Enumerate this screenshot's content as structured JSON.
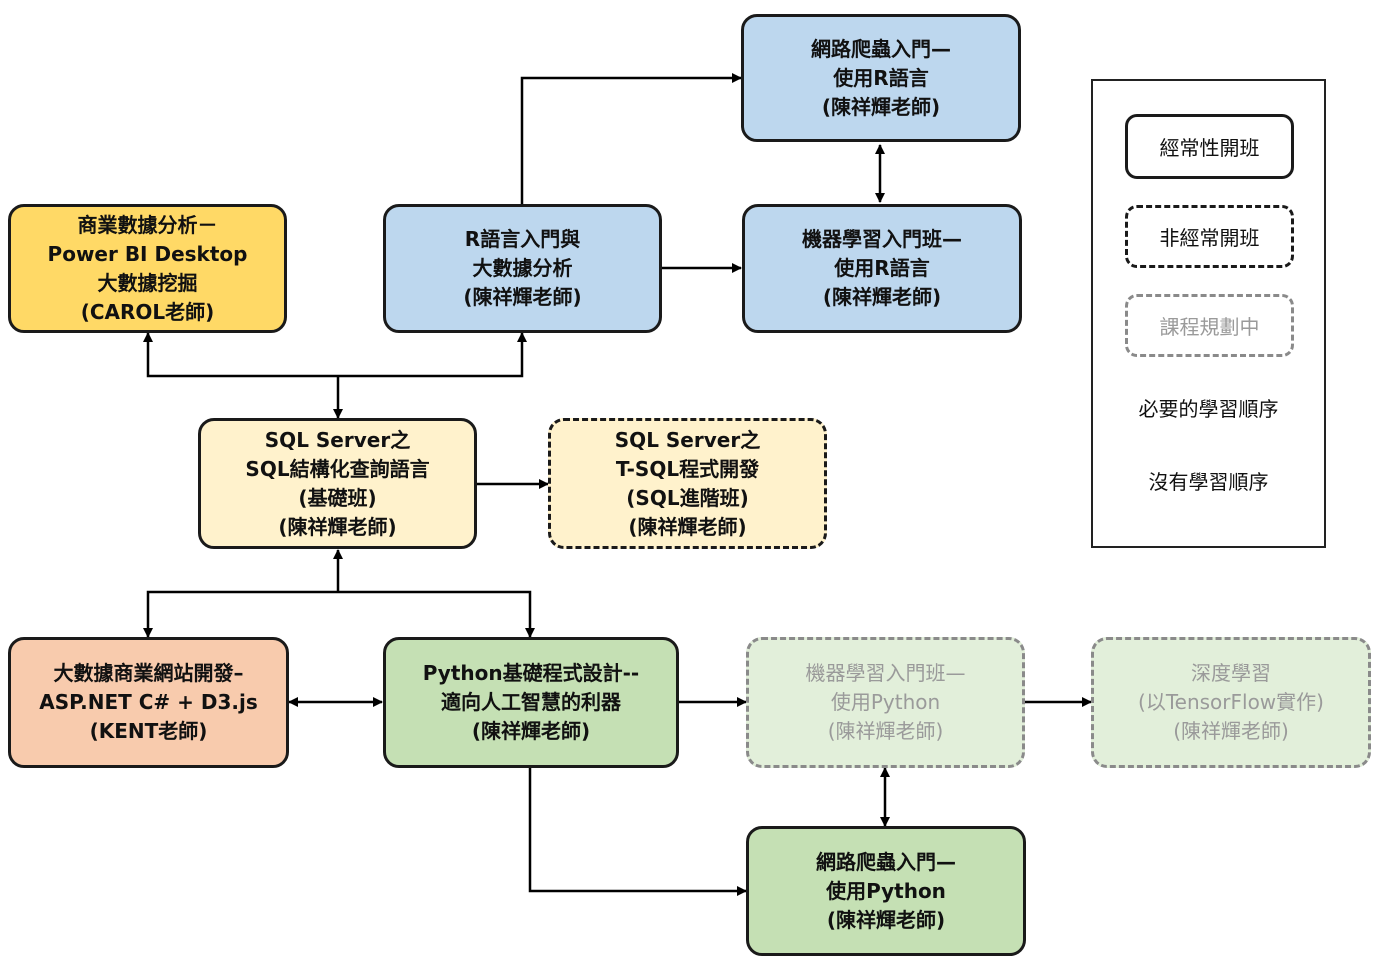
{
  "colors": {
    "blue": "#bdd7ee",
    "gold": "#ffd966",
    "cream": "#fff2cc",
    "salmon": "#f8cbad",
    "green": "#c5e0b4",
    "palegreen": "#e2efda",
    "line": "#000000"
  },
  "nodes": {
    "web_crawler_r": [
      "網路爬蟲入門—",
      "使用R語言",
      "(陳祥輝老師)"
    ],
    "powerbi": [
      "商業數據分析－",
      "Power BI Desktop",
      "大數據挖掘",
      "(CAROL老師)"
    ],
    "r_intro": [
      "R語言入門與",
      "大數據分析",
      "(陳祥輝老師)"
    ],
    "ml_r": [
      "機器學習入門班—",
      "使用R語言",
      "(陳祥輝老師)"
    ],
    "sql_basic": [
      "SQL Server之",
      "SQL結構化查詢語言",
      "(基礎班)",
      "(陳祥輝老師)"
    ],
    "tsql": [
      "SQL Server之",
      "T-SQL程式開發",
      "(SQL進階班)",
      "(陳祥輝老師)"
    ],
    "aspnet": [
      "大數據商業網站開發–",
      "ASP.NET C# + D3.js",
      "(KENT老師)"
    ],
    "python_basic": [
      "Python基礎程式設計--",
      "適向人工智慧的利器",
      "(陳祥輝老師)"
    ],
    "ml_python": [
      "機器學習入門班—",
      "使用Python",
      "(陳祥輝老師)"
    ],
    "deep_learning": [
      "深度學習",
      "(以TensorFlow實作)",
      "(陳祥輝老師)"
    ],
    "web_crawler_python": [
      "網路爬蟲入門—",
      "使用Python",
      "(陳祥輝老師)"
    ]
  },
  "legend": {
    "regular": "經常性開班",
    "irregular": "非經常開班",
    "planning": "課程規劃中",
    "required_order": "必要的學習順序",
    "no_order": "沒有學習順序"
  }
}
